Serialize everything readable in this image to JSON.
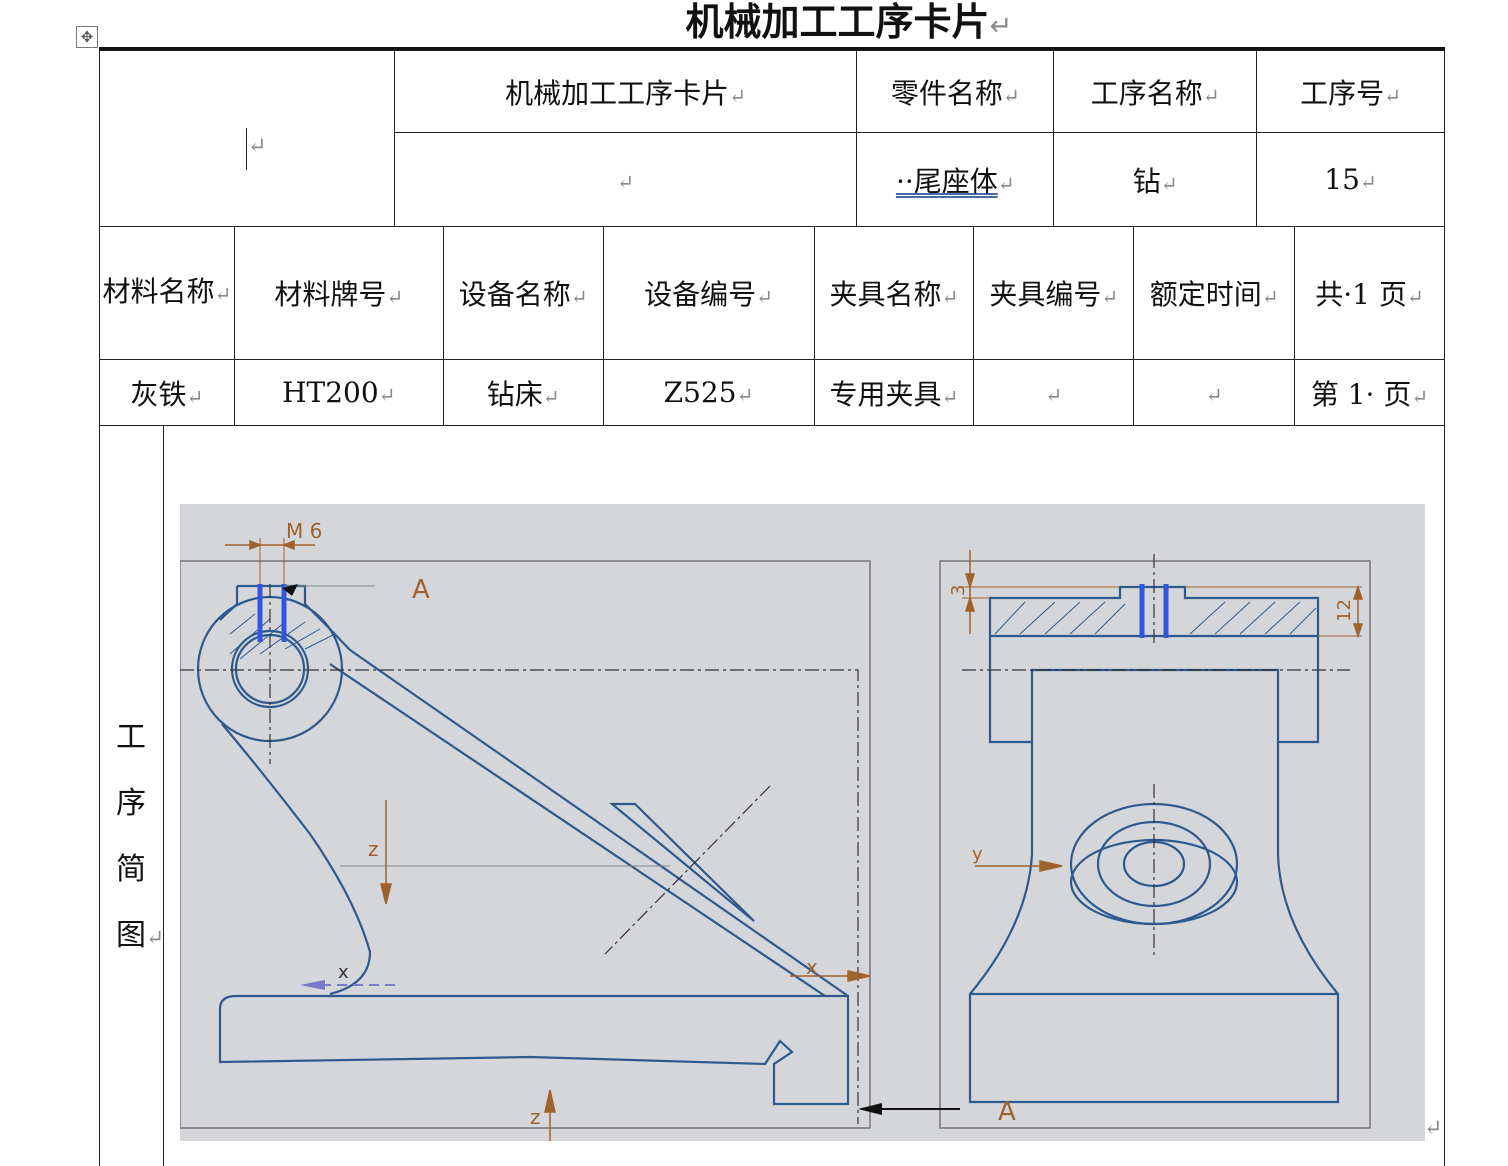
{
  "page": {
    "title": "机械加工工序卡片",
    "paragraph_mark": "↵"
  },
  "header_row1": {
    "card_title": "机械加工工序卡片",
    "part_name_label": "零件名称",
    "process_name_label": "工序名称",
    "process_no_label": "工序号"
  },
  "header_row2": {
    "part_name": "··尾座体",
    "process_name": "钻",
    "process_no": "15"
  },
  "columns": [
    "材料名称",
    "材料牌号",
    "设备名称",
    "设备编号",
    "夹具名称",
    "夹具编号",
    "额定时间",
    "共·1 页"
  ],
  "values": [
    "灰铁",
    "HT200",
    "钻床",
    "Z525",
    "专用夹具",
    "",
    "",
    "第 1· 页"
  ],
  "sketch_label": [
    "工",
    "序",
    "简",
    "图"
  ],
  "drawing": {
    "left_view_label": "A",
    "right_view_label": "A",
    "thread_label": "M 6",
    "dim_3": "3",
    "dim_12": "12",
    "axis_z": "z",
    "axis_x": "x",
    "axis_y": "y",
    "colors": {
      "outline": "#2d5a8e",
      "dim": "#a0622d",
      "hole": "#3355dd",
      "bg": "#d5d6da"
    }
  }
}
